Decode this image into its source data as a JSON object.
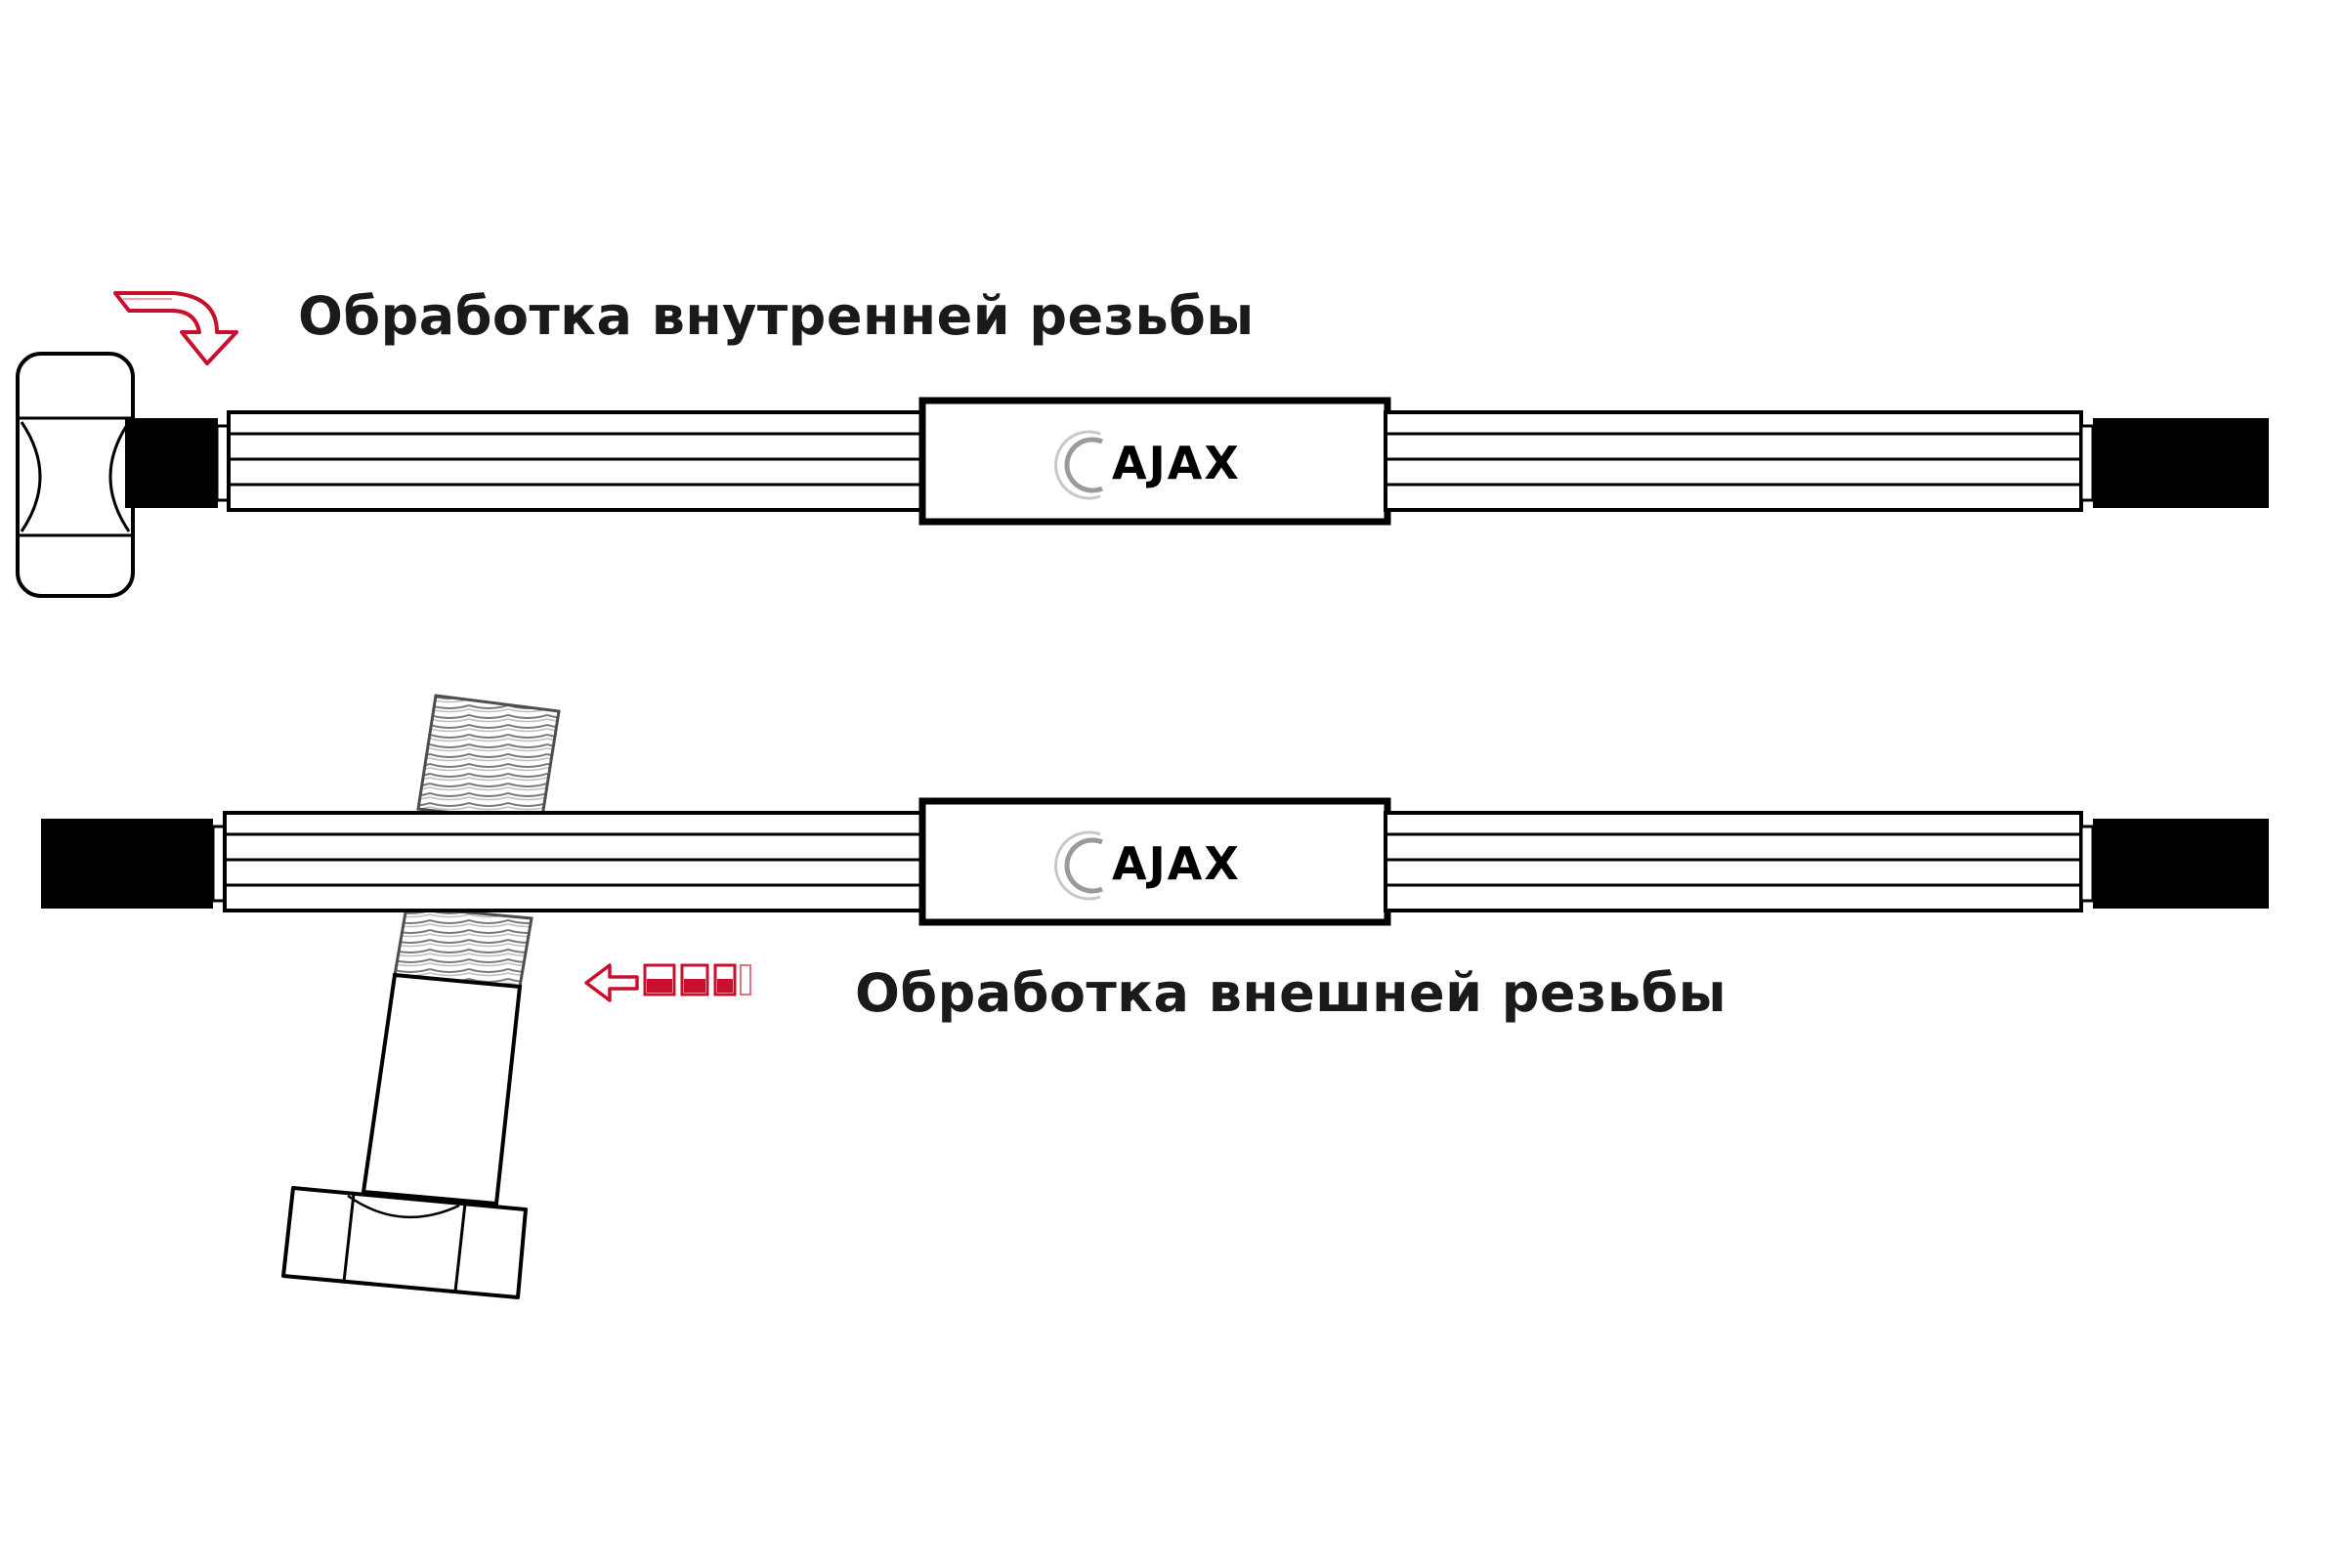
{
  "captions": {
    "internal_thread": "Обработка внутренней резьбы",
    "external_thread": "Обработка внешней резьбы"
  },
  "tools": [
    {
      "brand": "AJAX"
    },
    {
      "brand": "AJAX"
    }
  ],
  "colors": {
    "arrow_accent": "#c8102e",
    "outline": "#000000",
    "background": "#ffffff"
  },
  "icons": [
    "curved-arrow-down-icon",
    "arrow-left-icon",
    "hex-nut-icon",
    "bolt-icon"
  ]
}
